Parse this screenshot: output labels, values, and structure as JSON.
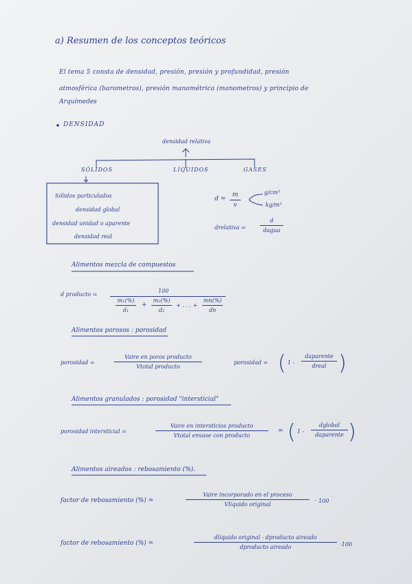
{
  "heading": "a) Resumen de los conceptos teóricos",
  "intro": {
    "line1": "El tema 5 consta de densidad, presión, presión y profundidad, presión",
    "line2": "atmosférica (barometros), presión manométrica (manometros) y principio de",
    "line3": "Arquímedes"
  },
  "densidad": {
    "bullet_label": "DENSIDAD",
    "relative_label": "densidad relativa",
    "states": [
      "SÓLIDOS",
      "LÍQUIDOS",
      "GASES"
    ],
    "box_lines": [
      "Sólidos particulados",
      "densidad global",
      "densidad unidad o aparente",
      "densidad real"
    ],
    "formula": {
      "lhs": "d =",
      "num": "m",
      "den": "v",
      "unit1": "g/cm³",
      "unit2": "kg/m³"
    },
    "relative_formula": {
      "lhs": "drelativa =",
      "num": "d",
      "den": "dagua"
    }
  },
  "sections": [
    {
      "title": "Alimentos mezcla de compuestos",
      "formula_lhs": "d producto =",
      "num": "100",
      "den_terms": [
        {
          "num": "m₁(%)",
          "den": "d₁"
        },
        {
          "num": "m₂(%)",
          "den": "d₂"
        },
        {
          "num": "mn(%)",
          "den": "dn"
        }
      ],
      "plus1": "+",
      "plus2": "+ . . . +"
    },
    {
      "title": "Alimentos porosos : porosidad",
      "formula_lhs": "porosidad =",
      "num": "Vaire en poros producto",
      "den": "Vtotal producto",
      "alt_lhs": "porosidad =",
      "alt_prefix": "1 -",
      "alt_num": "daparente",
      "alt_den": "dreal"
    },
    {
      "title": "Alimentos granulados : porosidad \"intersticial\"",
      "formula_lhs": "porosidad intersticial =",
      "num": "Vaire en intersticios producto",
      "den": "Vtotal envase con producto",
      "alt_eq": "=",
      "alt_prefix": "1 -",
      "alt_num": "dglobal",
      "alt_den": "daparente"
    },
    {
      "title": "Alimentos aireados : rebosamiento (%).",
      "formula1": {
        "lhs": "factor de rebosamiento (%) =",
        "num": "Vaire incorporado en el proceso",
        "den": "Vlíquido original",
        "suffix": "· 100"
      },
      "formula2": {
        "lhs": "factor de rebosamiento (%) =",
        "num": "dlíquido original - dproducto aireado",
        "den": "dproducto aireado",
        "suffix": "·100"
      }
    }
  ],
  "colors": {
    "ink": "#2b3a8f",
    "paper": "#eceef1"
  }
}
